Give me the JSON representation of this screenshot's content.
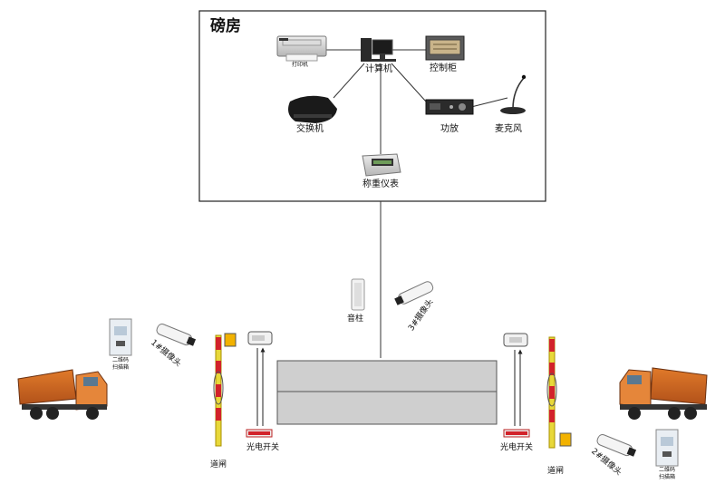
{
  "room": {
    "title": "磅房"
  },
  "devices": {
    "printer": "打印机",
    "computer": "计算机",
    "control_cabinet": "控制柜",
    "switch": "交换机",
    "amplifier": "功放",
    "microphone": "麦克风",
    "weighing_indicator": "称重仪表"
  },
  "yard": {
    "speaker_column": "音柱",
    "camera_1": "1#摄像头",
    "camera_2": "2#摄像头",
    "camera_3": "3#摄像头",
    "qr_scanner_left_line1": "二维码",
    "qr_scanner_left_line2": "扫描箱",
    "qr_scanner_right_line1": "二维码",
    "qr_scanner_right_line2": "扫描箱",
    "barrier_left": "道闸",
    "barrier_right": "道闸",
    "photo_switch_left": "光电开关",
    "photo_switch_right": "光电开关"
  }
}
